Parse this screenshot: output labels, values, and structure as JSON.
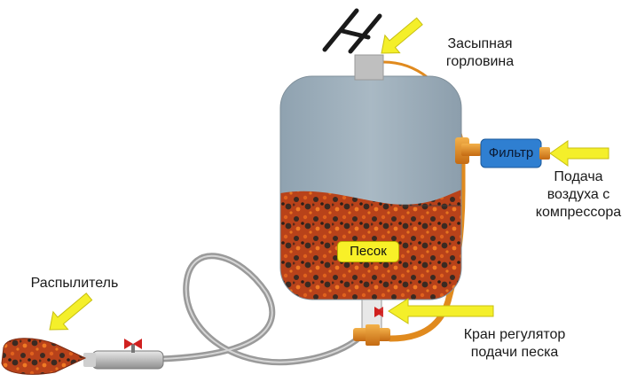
{
  "labels": {
    "fill_neck": [
      "Засыпная",
      "горловина"
    ],
    "filter": "Фильтр",
    "air_supply": [
      "Подача",
      "воздуха с",
      "компрессора"
    ],
    "sand": "Песок",
    "sprayer": "Распылитель",
    "valve": [
      "Кран регулятор",
      "подачи песка"
    ]
  },
  "colors": {
    "tank": "#9fb0bc",
    "sand": "#b8421a",
    "hose_orange": "#e08a1e",
    "hose_gray": "#9a9a9a",
    "arrow": "#f4ef2a",
    "filter_box": "#2f7fd1",
    "sand_label": "#f8f028",
    "valve_handle": "#d0201f"
  },
  "icons": [
    "arrow-icon",
    "valve-icon",
    "filter-icon",
    "nozzle-icon"
  ]
}
